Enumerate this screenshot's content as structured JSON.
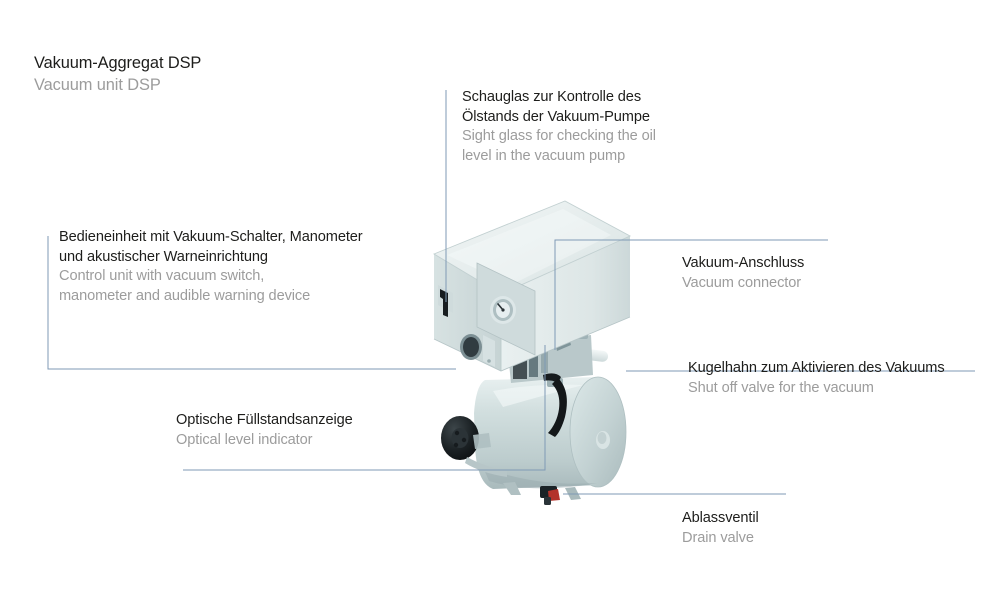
{
  "page": {
    "background_color": "#ffffff",
    "leader_line_color": "#7f9ab5",
    "text_color_primary": "#1d1d1b",
    "text_color_secondary": "#9c9c9c"
  },
  "title": {
    "de": "Vakuum-Aggregat DSP",
    "en": "Vacuum unit DSP"
  },
  "product": {
    "name": "vacuum-unit-dsp",
    "body_color": "#d4e0e0",
    "body_shadow_color": "#b6c6c8",
    "body_highlight_color": "#eef3f3",
    "tank_color": "#c9d8d8",
    "wheel_color": "#1e2326",
    "valve_accent_color": "#b3332b",
    "lever_color": "#14181a"
  },
  "callouts": [
    {
      "id": "sight-glass",
      "de": [
        "Schauglas zur Kontrolle des",
        "Ölstands der Vakuum-Pumpe"
      ],
      "en": [
        "Sight glass for checking the oil",
        "level in the vacuum pump"
      ]
    },
    {
      "id": "control-unit",
      "de": [
        "Bedieneinheit mit Vakuum-Schalter, Manometer",
        "und akustischer Warneinrichtung"
      ],
      "en": [
        "Control unit with vacuum switch,",
        "manometer and audible warning device"
      ]
    },
    {
      "id": "vacuum-connector",
      "de": [
        "Vakuum-Anschluss"
      ],
      "en": [
        "Vacuum connector"
      ]
    },
    {
      "id": "shut-off-valve",
      "de": [
        "Kugelhahn zum Aktivieren des Vakuums"
      ],
      "en": [
        "Shut off valve for the vacuum"
      ]
    },
    {
      "id": "level-indicator",
      "de": [
        "Optische Füllstandsanzeige"
      ],
      "en": [
        "Optical level indicator"
      ]
    },
    {
      "id": "drain-valve",
      "de": [
        "Ablassventil"
      ],
      "en": [
        "Drain valve"
      ]
    }
  ]
}
